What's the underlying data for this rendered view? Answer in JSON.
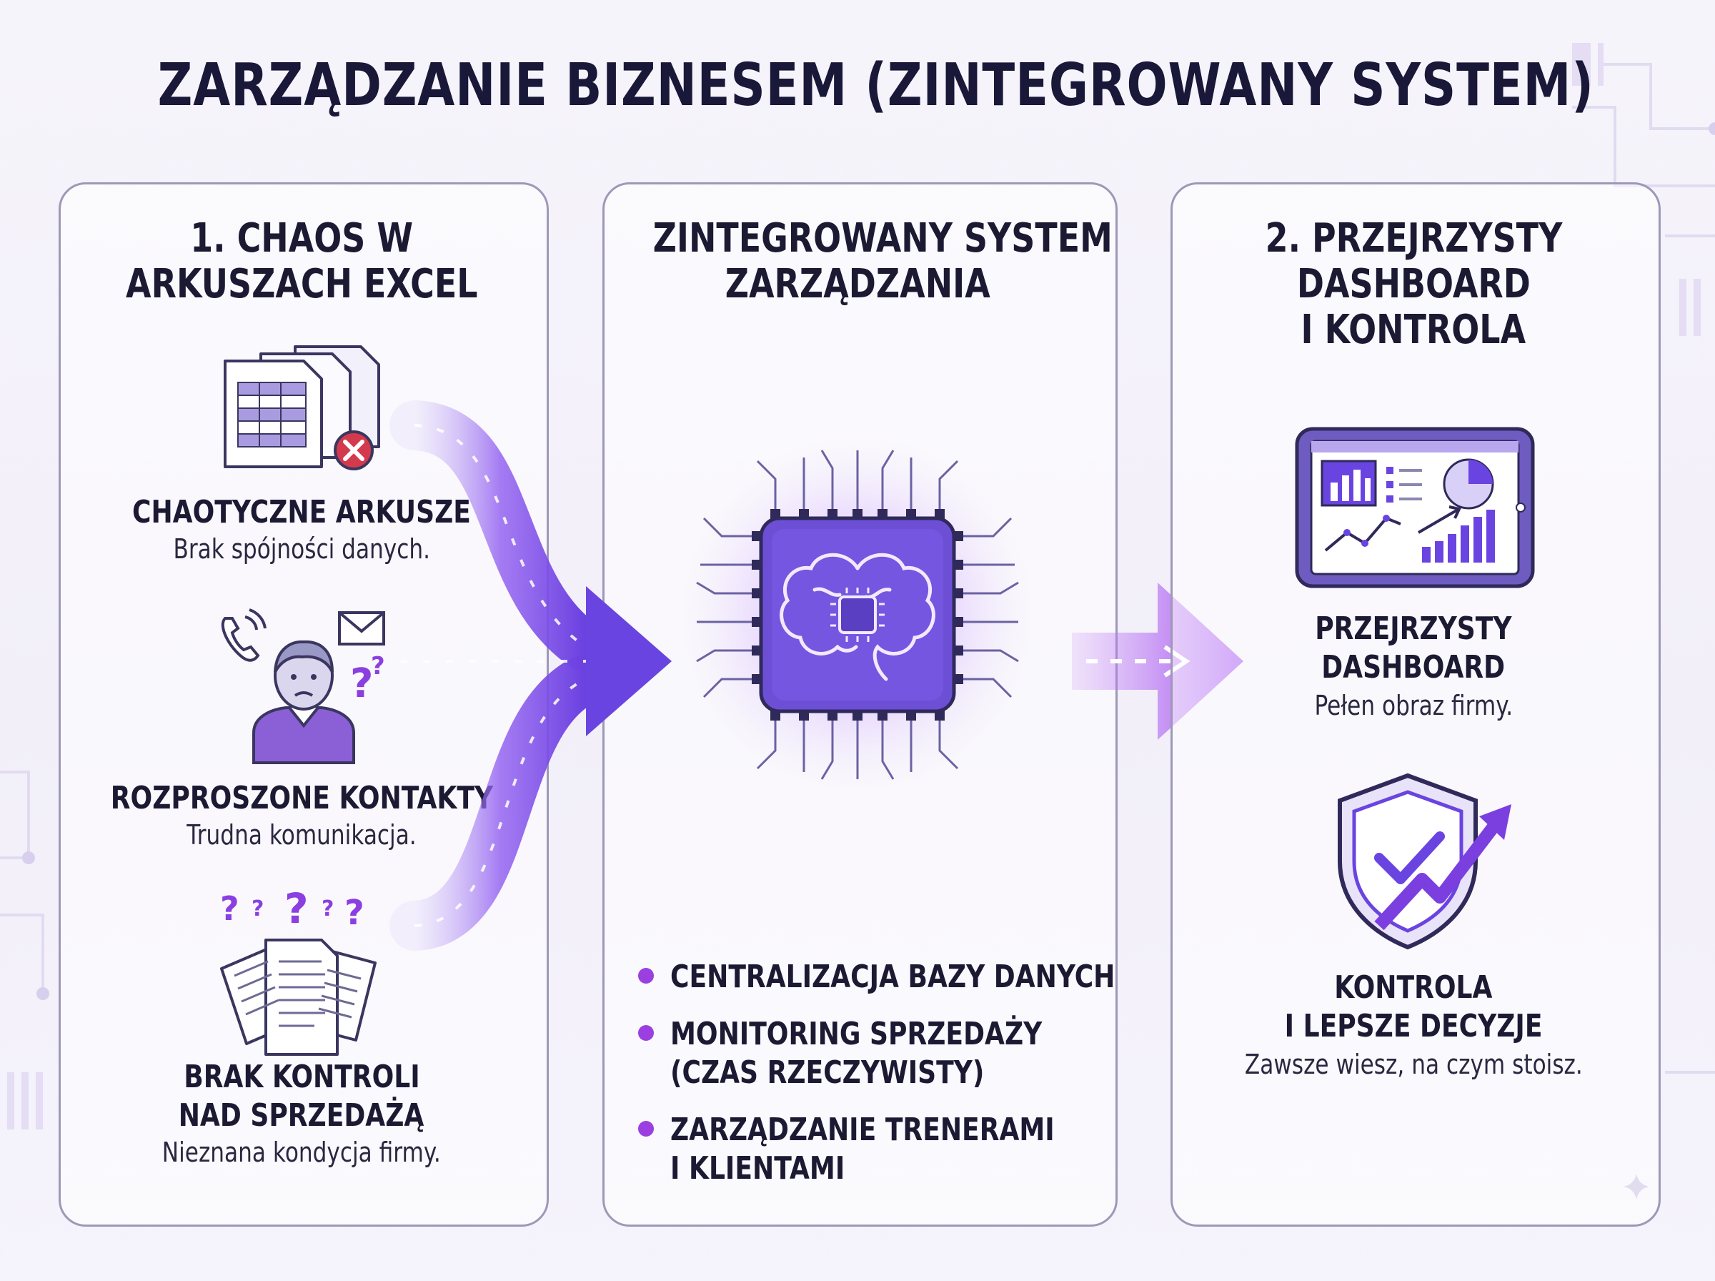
{
  "title": "ZARZĄDZANIE BIZNESEM (ZINTEGROWANY SYSTEM)",
  "colors": {
    "accent": "#8a3ff0",
    "accent_dark": "#5b3fb5",
    "text": "#1c1a33",
    "panel_border": "#9e98b8"
  },
  "left_panel": {
    "title_lines": [
      "1. CHAOS W",
      "ARKUSZACH EXCEL"
    ],
    "items": [
      {
        "icon": "spreadsheet-error-icon",
        "title_lines": [
          "CHAOTYCZNE ARKUSZE"
        ],
        "description": "Brak spójności danych."
      },
      {
        "icon": "confused-person-icon",
        "title_lines": [
          "ROZPROSZONE KONTAKTY"
        ],
        "description": "Trudna komunikacja."
      },
      {
        "icon": "scattered-documents-icon",
        "title_lines": [
          "BRAK KONTROLI",
          "NAD SPRZEDAŻĄ"
        ],
        "description": "Nieznana kondycja firmy."
      }
    ]
  },
  "middle_panel": {
    "title_lines": [
      "ZINTEGROWANY SYSTEM",
      "ZARZĄDZANIA"
    ],
    "icon": "ai-brain-chip-icon",
    "bullets": [
      {
        "lines": [
          "CENTRALIZACJA BAZY DANYCH"
        ]
      },
      {
        "lines": [
          "MONITORING SPRZEDAŻY",
          "(CZAS RZECZYWISTY)"
        ]
      },
      {
        "lines": [
          "ZARZĄDZANIE TRENERAMI",
          "I KLIENTAMI"
        ]
      }
    ]
  },
  "right_panel": {
    "title_lines": [
      "2. PRZEJRZYSTY",
      "DASHBOARD",
      "I KONTROLA"
    ],
    "items": [
      {
        "icon": "dashboard-tablet-icon",
        "title_lines": [
          "PRZEJRZYSTY",
          "DASHBOARD"
        ],
        "description": "Pełen obraz firmy."
      },
      {
        "icon": "shield-growth-icon",
        "title_lines": [
          "KONTROLA",
          "I LEPSZE DECYZJE"
        ],
        "description": "Zawsze wiesz, na czym stoisz."
      }
    ]
  }
}
